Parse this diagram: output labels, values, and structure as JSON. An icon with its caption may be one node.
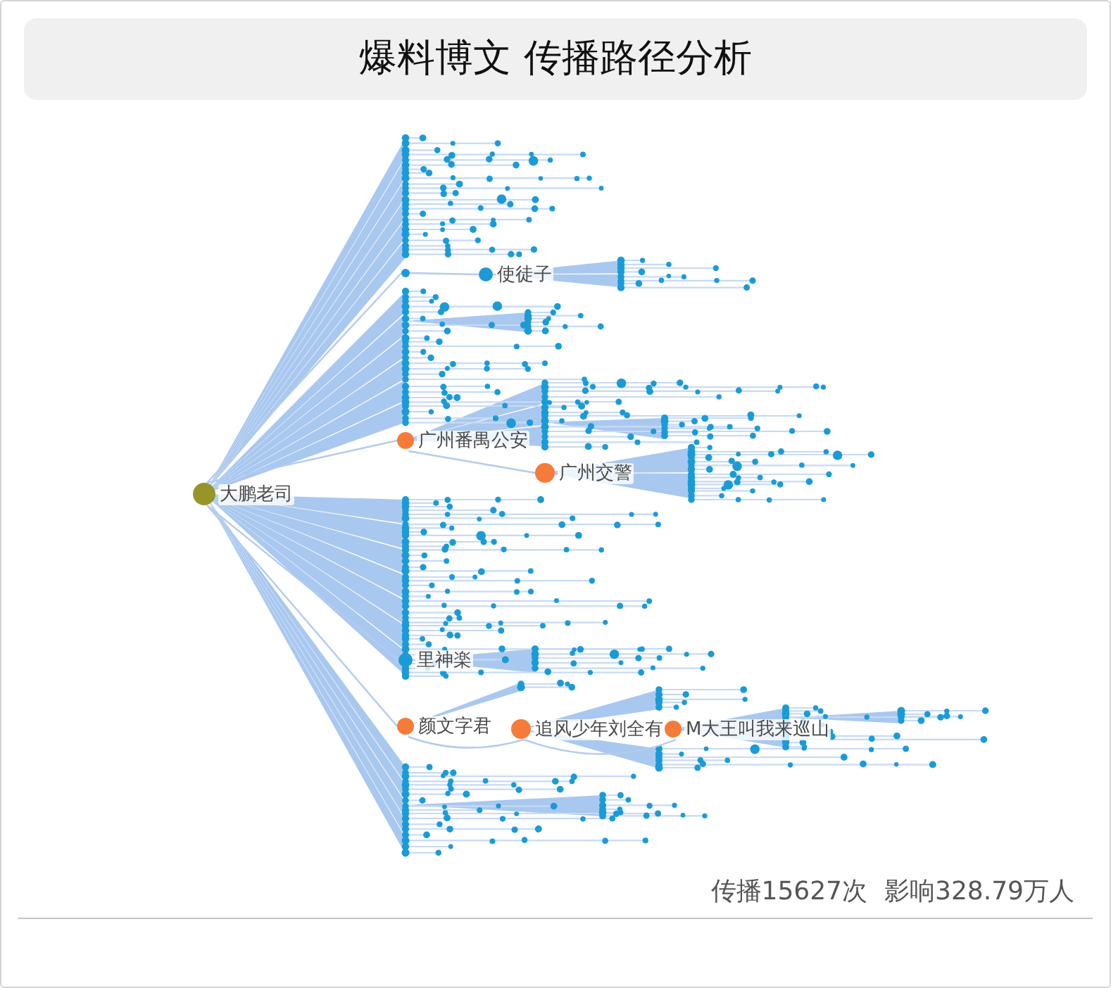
{
  "diagram": {
    "title": "爆料博文 传播路径分析",
    "nodes": [
      {
        "text": [
          "大鹏老司"
        ]
      },
      {
        "text": [],
        "shape": "circle"
      },
      {
        "text": [
          "使徒子"
        ]
      },
      {
        "text": [
          "广州番禺公安"
        ]
      },
      {
        "text": [
          "广州交警"
        ]
      },
      {
        "text": [
          "里神楽"
        ]
      },
      {
        "text": [
          "颜文字君"
        ]
      },
      {
        "text": [
          "追风少年刘全有"
        ]
      },
      {
        "text": [
          "M大王叫我来巡山"
        ]
      }
    ],
    "edges": [
      {
        "from": 0,
        "to": 1,
        "arrow": "none"
      },
      {
        "from": 1,
        "to": 2,
        "arrow": "none"
      },
      {
        "from": 0,
        "to": 3,
        "arrow": "none"
      },
      {
        "from": 3,
        "to": 4,
        "arrow": "none"
      },
      {
        "from": 0,
        "to": 5,
        "arrow": "none"
      },
      {
        "from": 0,
        "to": 6,
        "arrow": "none"
      },
      {
        "from": 6,
        "to": 7,
        "arrow": "none"
      },
      {
        "from": 7,
        "to": 8,
        "arrow": "none"
      }
    ],
    "labels": [
      "传播15627次",
      "影响328.79万人"
    ]
  }
}
